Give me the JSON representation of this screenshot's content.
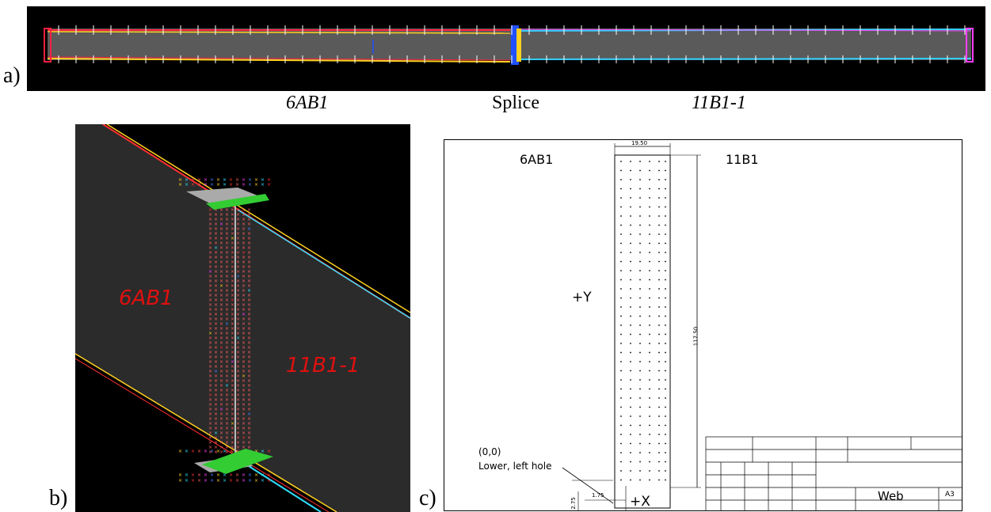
{
  "panel_labels": {
    "a": "a)",
    "b": "b)",
    "c": "c)"
  },
  "panel_a": {
    "left_label": "6AB1",
    "center_label": "Splice",
    "right_label": "11B1-1"
  },
  "panel_b": {
    "left_label": "6AB1",
    "right_label": "11B1-1"
  },
  "panel_c": {
    "left_label": "6AB1",
    "right_label": "11B1",
    "width_dim": "19.50",
    "height_dim": "117.50",
    "axis_y": "+Y",
    "axis_x": "+X",
    "origin_label": "(0,0)",
    "origin_desc": "Lower, left hole",
    "offset_x_dim": "1.75",
    "offset_y_dim": "2.75",
    "title_block_name": "Web",
    "title_block_size": "A3"
  },
  "colors": {
    "background_dark": "#000000",
    "web_gray": "#5a5a5a",
    "red_label": "#e01010",
    "plate_green": "#33cc33"
  }
}
